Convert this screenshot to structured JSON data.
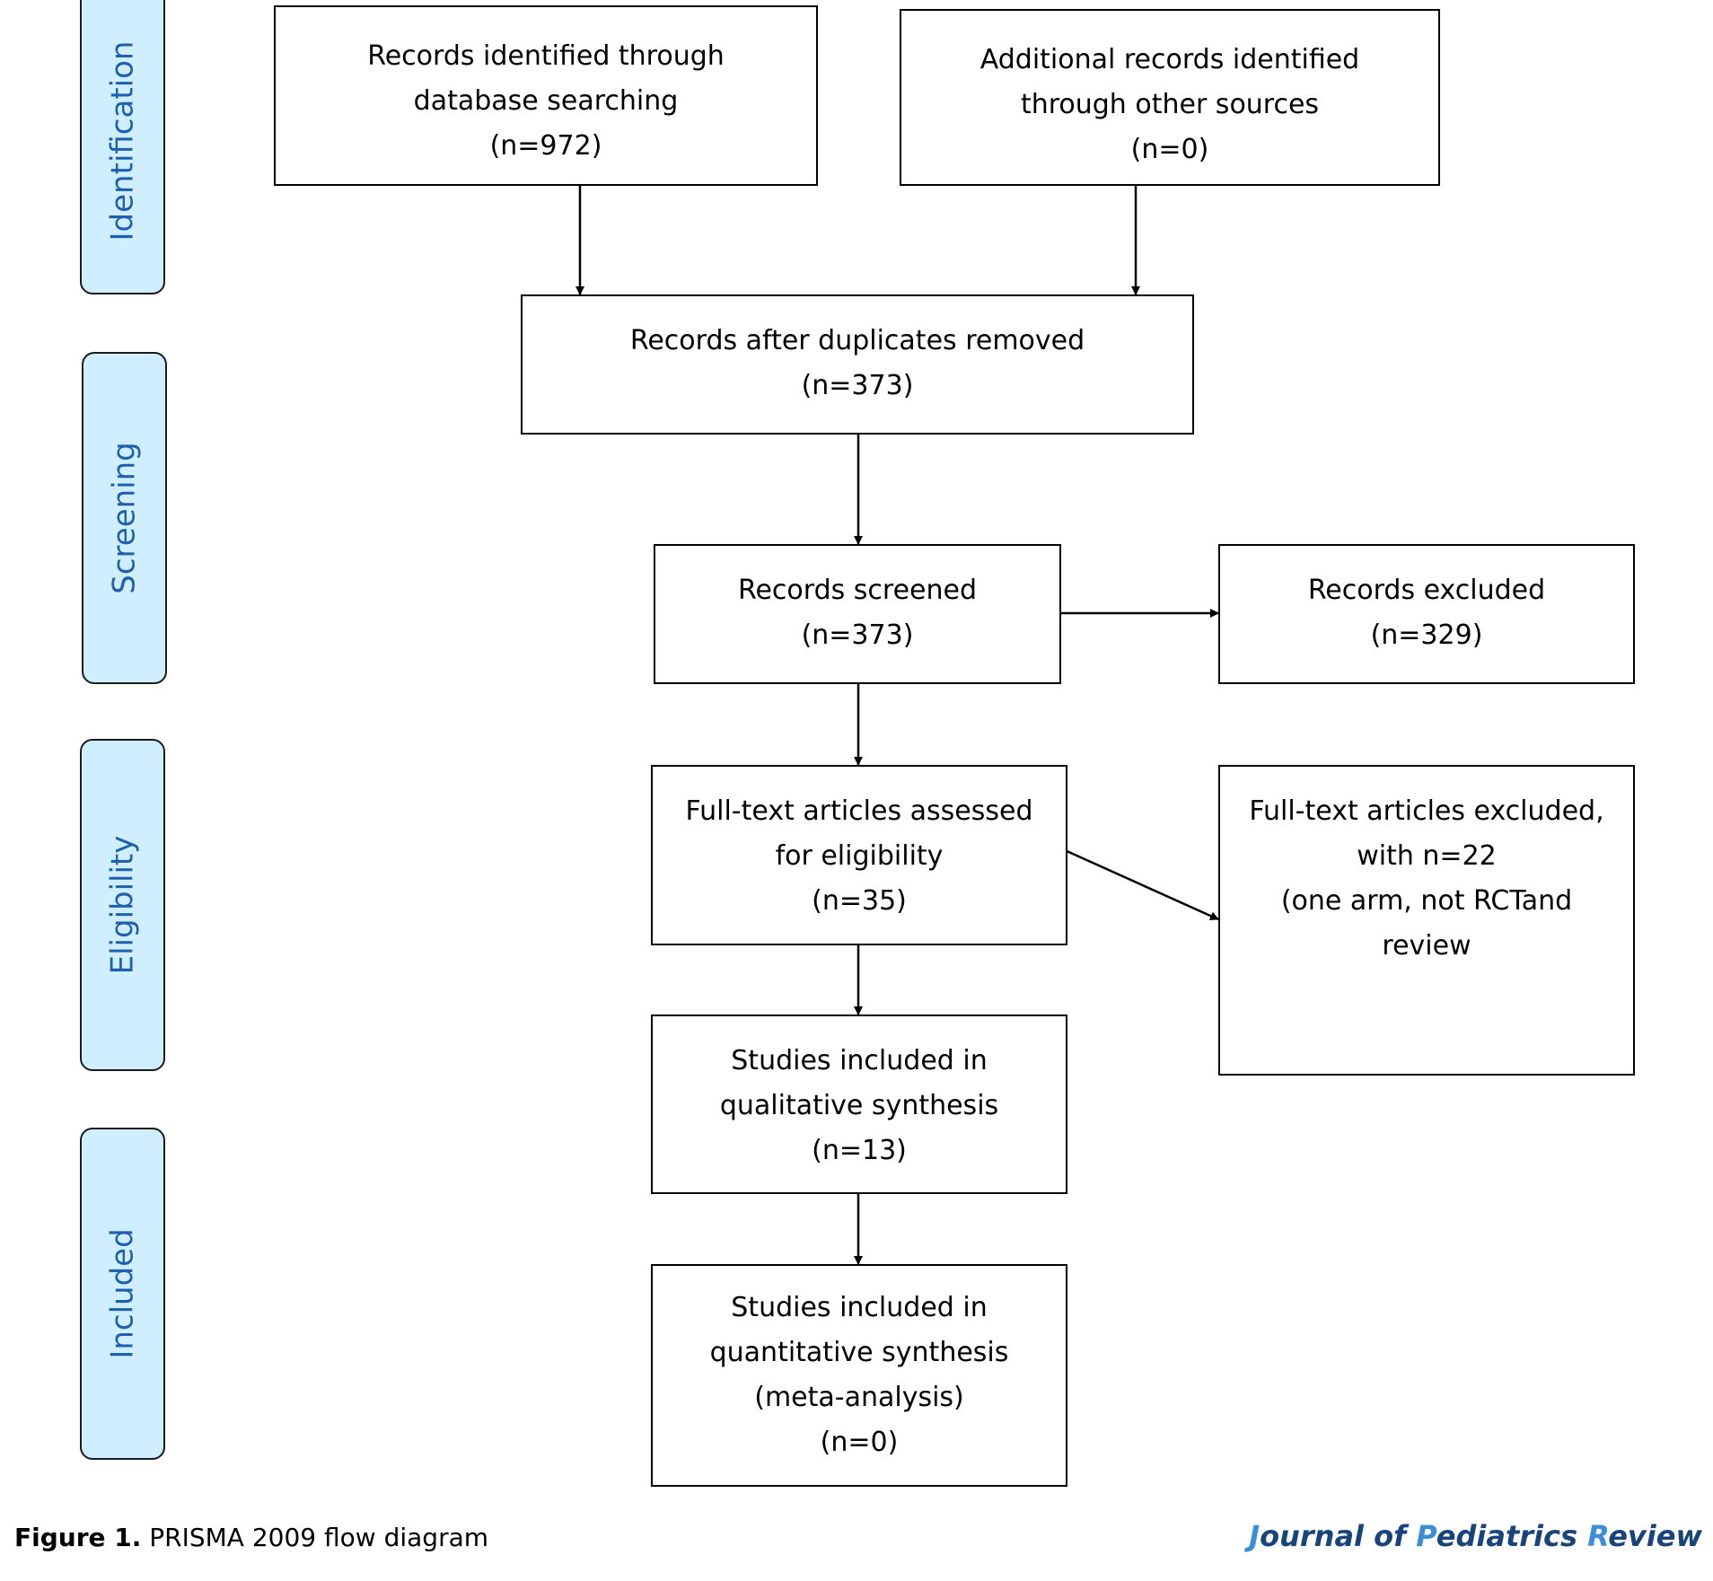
{
  "stages": [
    {
      "id": "identification",
      "label": "Identification"
    },
    {
      "id": "screening",
      "label": "Screening"
    },
    {
      "id": "eligibility",
      "label": "Eligibility"
    },
    {
      "id": "included",
      "label": "Included"
    }
  ],
  "boxes": {
    "database_records": {
      "lines": [
        "Records identified through",
        "database searching",
        "(n=972)"
      ]
    },
    "other_records": {
      "lines": [
        "Additional records identified",
        "through other sources",
        "(n=0)"
      ]
    },
    "after_duplicates": {
      "lines": [
        "Records after duplicates removed",
        "(n=373)"
      ]
    },
    "screened": {
      "lines": [
        "Records screened",
        "(n=373)"
      ]
    },
    "excluded": {
      "lines": [
        "Records excluded",
        "(n=329)"
      ]
    },
    "fulltext_assessed": {
      "lines": [
        "Full-text articles assessed",
        "for eligibility",
        "(n=35)"
      ]
    },
    "fulltext_excluded": {
      "lines": [
        "Full-text articles excluded,",
        "with n=22",
        "(one arm, not RCTand",
        "review"
      ]
    },
    "qualitative": {
      "lines": [
        "Studies included in",
        "qualitative synthesis",
        "(n=13)"
      ]
    },
    "quantitative": {
      "lines": [
        "Studies included in",
        "quantitative synthesis",
        "(meta-analysis)",
        "(n=0)"
      ]
    }
  },
  "caption": {
    "label": "Figure 1.",
    "text": "PRISMA 2009 flow diagram"
  },
  "journal": {
    "parts": [
      {
        "text": "J",
        "initial": true
      },
      {
        "text": "ournal of ",
        "initial": false
      },
      {
        "text": "P",
        "initial": true
      },
      {
        "text": "ediatrics ",
        "initial": false
      },
      {
        "text": "R",
        "initial": true
      },
      {
        "text": "eview",
        "initial": false
      }
    ]
  },
  "colors": {
    "stage_fill": "#cfeeff",
    "stage_text": "#1f5fb0",
    "journal_text": "#17447a",
    "journal_initial": "#3b8fd9"
  }
}
